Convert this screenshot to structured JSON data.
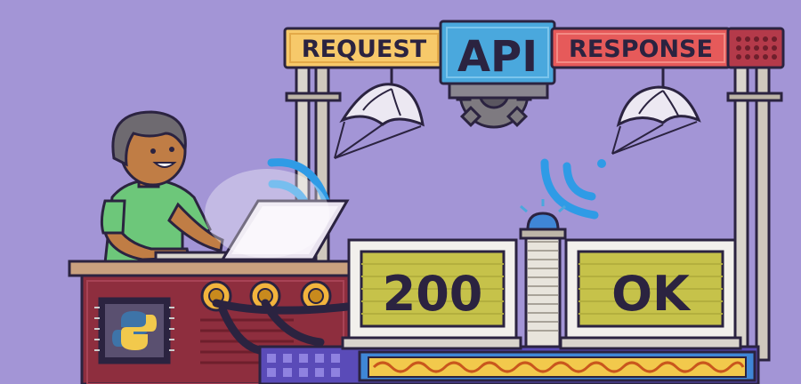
{
  "signs": {
    "request": "REQUEST",
    "api": "API",
    "response": "RESPONSE"
  },
  "screens": {
    "status_code": "200",
    "status_text": "OK"
  },
  "icons": [
    "python-logo-icon",
    "wifi-signal-icon",
    "parachute-icon",
    "gear-icon",
    "siren-light-icon"
  ],
  "colors": {
    "background": "#a395d6",
    "request_sign": "#f7c96a",
    "api_sign": "#4aa8dd",
    "response_sign": "#e65a5a",
    "screen": "#c6c24a",
    "signal": "#2f9be6",
    "desk": "#8e2e3e",
    "shirt": "#6dc77a"
  }
}
